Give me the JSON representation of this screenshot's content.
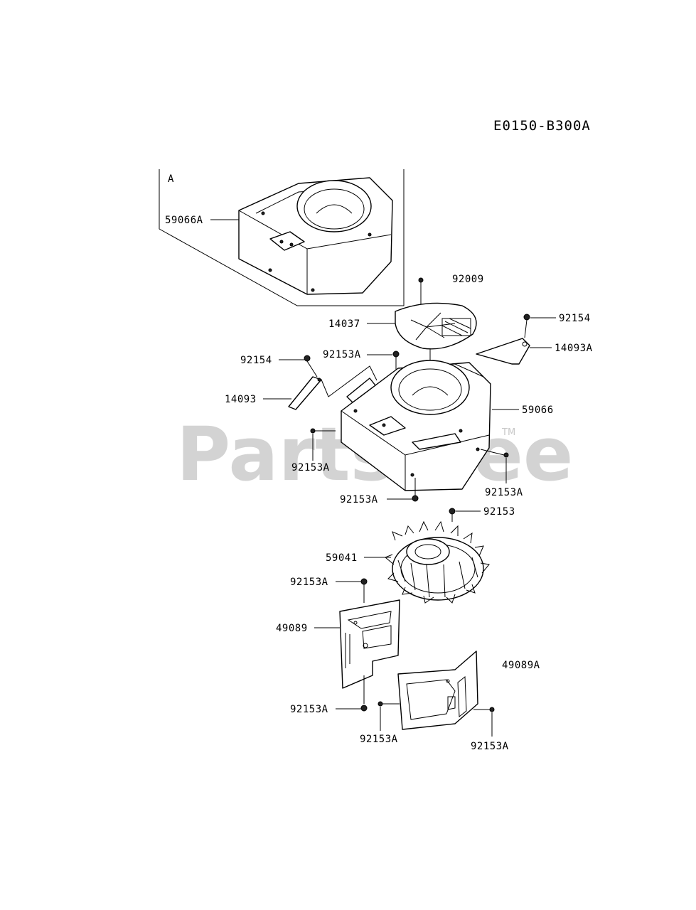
{
  "diagram_code": "E0150-B300A",
  "watermark": {
    "text": "PartsTree",
    "mark": "TM"
  },
  "labels": {
    "inset_letter": "A",
    "shroud_assy": "59066A",
    "screen_screw": "92009",
    "screen": "14037",
    "bolt_top_right": "92154",
    "cover_right": "14093A",
    "bolt_top_left": "92154",
    "screw_center": "92153A",
    "cover_left": "14093",
    "shroud": "59066",
    "screw_left": "92153A",
    "screw_bottom": "92153A",
    "screw_right": "92153A",
    "bolt_fan": "92153",
    "fan": "59041",
    "screw_baffle_top": "92153A",
    "baffle_left": "49089",
    "baffle_right": "49089A",
    "screw_baffle_bottom": "92153A",
    "screw_baffle_r_left": "92153A",
    "screw_baffle_r_right": "92153A"
  }
}
